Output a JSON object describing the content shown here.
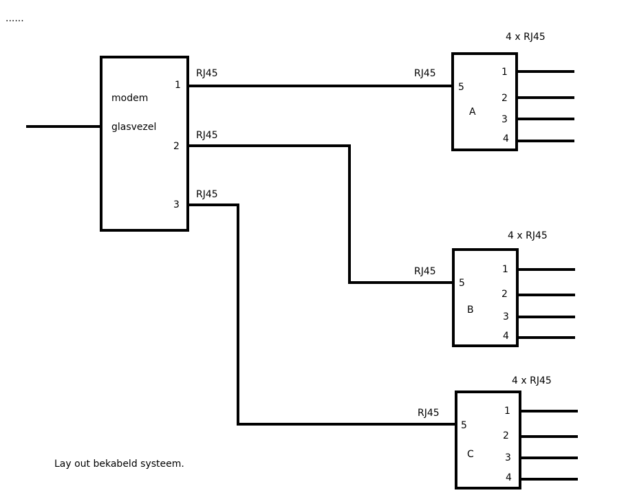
{
  "header_dots": "......",
  "caption": "Lay out bekabeld systeem.",
  "modem": {
    "label_line1": "modem",
    "label_line2": "glasvezel",
    "ports": [
      "1",
      "2",
      "3"
    ]
  },
  "cables": [
    {
      "from_label": "RJ45",
      "to_label": "RJ45"
    },
    {
      "from_label": "RJ45",
      "to_label": "RJ45"
    },
    {
      "from_label": "RJ45",
      "to_label": "RJ45"
    }
  ],
  "switches": [
    {
      "name": "A",
      "title": "4 x RJ45",
      "input_port": "5",
      "ports": [
        "1",
        "2",
        "3",
        "4"
      ]
    },
    {
      "name": "B",
      "title": "4 x RJ45",
      "input_port": "5",
      "ports": [
        "1",
        "2",
        "3",
        "4"
      ]
    },
    {
      "name": "C",
      "title": "4 x RJ45",
      "input_port": "5",
      "ports": [
        "1",
        "2",
        "3",
        "4"
      ]
    }
  ]
}
